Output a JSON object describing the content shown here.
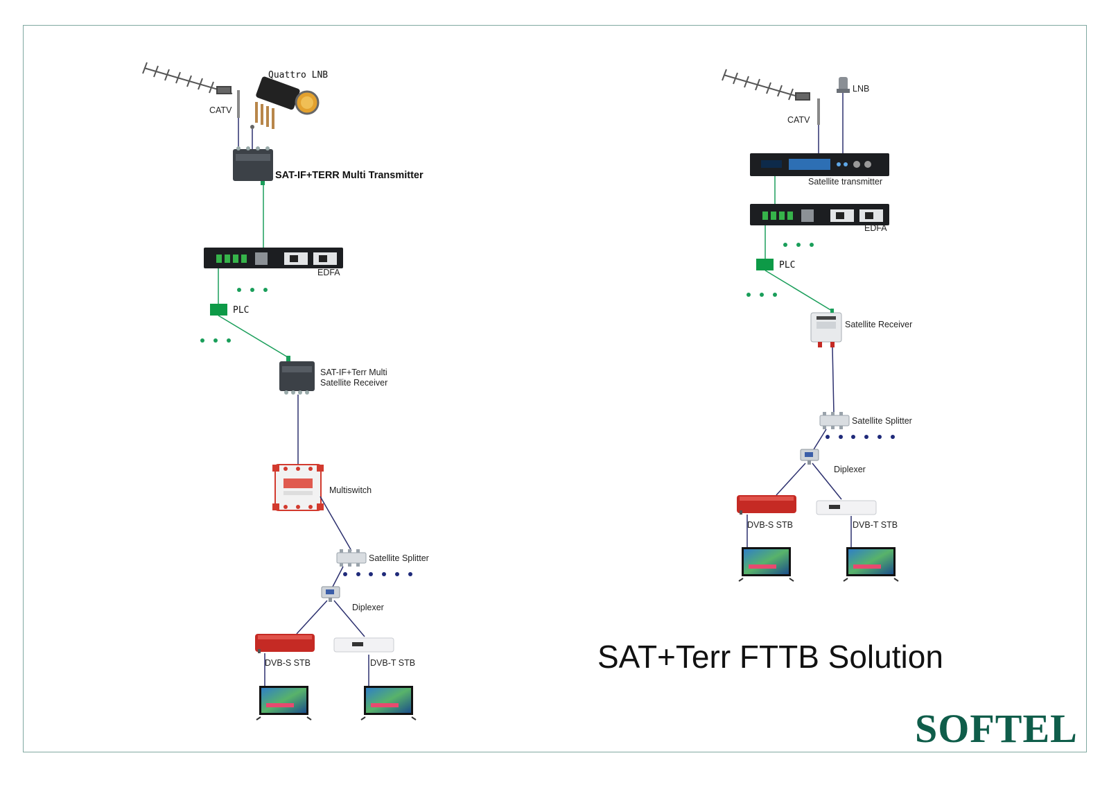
{
  "title": "SAT+Terr FTTB Solution",
  "brand": "SOFTEL",
  "colors": {
    "fiber": "#1a9e5a",
    "coax": "#2b2f6e",
    "plc": "#0d9a47",
    "brand": "#0f5d4a",
    "frame": "#7fa8a0"
  },
  "left": {
    "catv": "CATV",
    "quattro_lnb": "Quattro LNB",
    "multi_transmitter": "SAT-IF+TERR Multi Transmitter",
    "edfa": "EDFA",
    "plc": "PLC",
    "receiver_line1": "SAT-IF+Terr Multi",
    "receiver_line2": "Satellite Receiver",
    "multiswitch": "Multiswitch",
    "satellite_splitter": "Satellite Splitter",
    "diplexer": "Diplexer",
    "dvbs_stb": "DVB-S STB",
    "dvbt_stb": "DVB-T STB"
  },
  "right": {
    "lnb": "LNB",
    "catv": "CATV",
    "satellite_transmitter": "Satellite transmitter",
    "edfa": "EDFA",
    "plc": "PLC",
    "satellite_receiver": "Satellite Receiver",
    "satellite_splitter": "Satellite Splitter",
    "diplexer": "Diplexer",
    "dvbs_stb": "DVB-S STB",
    "dvbt_stb": "DVB-T STB"
  }
}
